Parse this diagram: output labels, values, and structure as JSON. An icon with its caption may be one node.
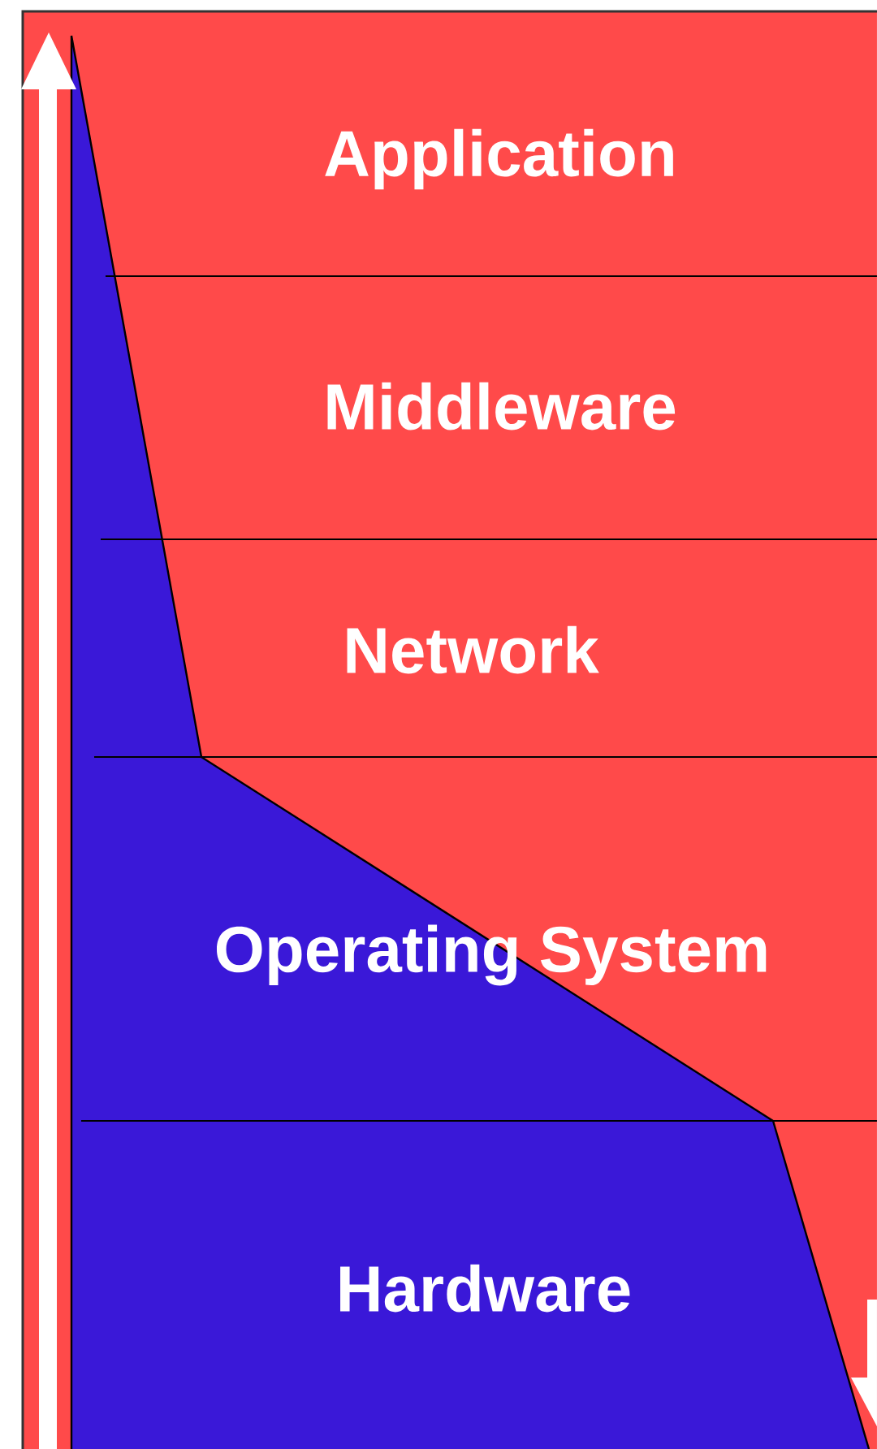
{
  "diagram": {
    "nodes": [
      {
        "text": [
          "Application"
        ]
      },
      {
        "text": [
          "Middleware"
        ]
      },
      {
        "text": [
          "Network"
        ]
      },
      {
        "text": [
          "Operating System"
        ]
      },
      {
        "text": [
          "Hardware"
        ]
      }
    ]
  }
}
